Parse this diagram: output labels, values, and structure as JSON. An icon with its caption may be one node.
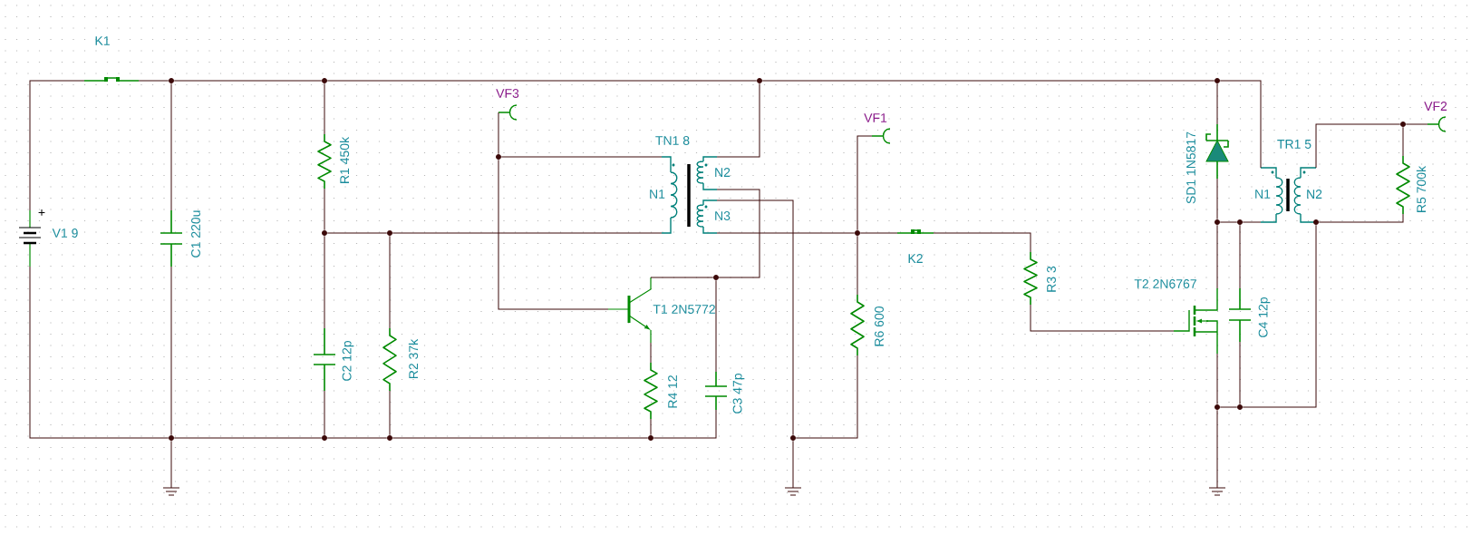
{
  "diagram": {
    "nodes": [
      {
        "text": [
          "K1"
        ]
      },
      {
        "text": [
          "VF3"
        ]
      },
      {
        "text": [
          "VF1"
        ]
      },
      {
        "text": [
          "VF2"
        ]
      },
      {
        "text": [
          "TN1 8",
          "N1",
          "N2",
          "N3"
        ]
      },
      {
        "text": [
          "TR1 5",
          "N1",
          "N2"
        ]
      },
      {
        "text": [
          "SD1 1N5817"
        ]
      },
      {
        "text": [
          "R1 450k"
        ]
      },
      {
        "text": [
          "R5 700k"
        ]
      },
      {
        "text": [
          "+",
          "V1 9"
        ]
      },
      {
        "text": [
          "C1 220u"
        ]
      },
      {
        "text": [
          "K2"
        ]
      },
      {
        "text": [
          "R3 3"
        ]
      },
      {
        "text": [
          "T2 2N6767"
        ]
      },
      {
        "text": [
          "T1 2N5772"
        ]
      },
      {
        "text": [
          "R6 600"
        ]
      },
      {
        "text": [
          "C4 12p"
        ]
      },
      {
        "text": [
          "C2 12p"
        ]
      },
      {
        "text": [
          "R2 37k"
        ]
      },
      {
        "text": [
          "R4 12"
        ]
      },
      {
        "text": [
          "C3 47p"
        ]
      },
      {
        "text": [],
        "shape": "ground"
      },
      {
        "text": [],
        "shape": "ground"
      },
      {
        "text": [],
        "shape": "ground"
      },
      {
        "text": [],
        "shape": "circle"
      },
      {
        "text": [],
        "shape": "circle"
      },
      {
        "text": [],
        "shape": "circle"
      },
      {
        "text": [],
        "shape": "circle"
      },
      {
        "text": [],
        "shape": "circle"
      },
      {
        "text": [],
        "shape": "circle"
      },
      {
        "text": [],
        "shape": "circle"
      },
      {
        "text": [],
        "shape": "circle"
      },
      {
        "text": [],
        "shape": "circle"
      },
      {
        "text": [],
        "shape": "circle"
      },
      {
        "text": [],
        "shape": "circle"
      },
      {
        "text": [],
        "shape": "circle"
      },
      {
        "text": [],
        "shape": "circle"
      },
      {
        "text": [],
        "shape": "circle"
      },
      {
        "text": [],
        "shape": "circle"
      },
      {
        "text": [],
        "shape": "circle"
      },
      {
        "text": [],
        "shape": "circle"
      },
      {
        "text": [],
        "shape": "circle"
      },
      {
        "text": [],
        "shape": "circle"
      },
      {
        "text": [],
        "shape": "circle"
      }
    ],
    "edges": [
      {
        "from": 9,
        "to": 0,
        "arrow": "none"
      },
      {
        "from": 0,
        "to": 24,
        "arrow": "none"
      },
      {
        "from": 24,
        "to": 25,
        "arrow": "none"
      },
      {
        "from": 25,
        "to": 26,
        "arrow": "none"
      },
      {
        "from": 26,
        "to": 27,
        "arrow": "none"
      },
      {
        "from": 27,
        "to": 5,
        "arrow": "none"
      },
      {
        "from": 24,
        "to": 10,
        "arrow": "none"
      },
      {
        "from": 10,
        "to": 33,
        "arrow": "none"
      },
      {
        "from": 9,
        "to": 33,
        "arrow": "none"
      },
      {
        "from": 33,
        "to": 21,
        "arrow": "none"
      },
      {
        "from": 33,
        "to": 34,
        "arrow": "none"
      },
      {
        "from": 34,
        "to": 35,
        "arrow": "none"
      },
      {
        "from": 35,
        "to": 36,
        "arrow": "none"
      },
      {
        "from": 36,
        "to": 20,
        "arrow": "none"
      },
      {
        "from": 25,
        "to": 7,
        "arrow": "none"
      },
      {
        "from": 7,
        "to": 28,
        "arrow": "none"
      },
      {
        "from": 28,
        "to": 17,
        "arrow": "none"
      },
      {
        "from": 17,
        "to": 34,
        "arrow": "none"
      },
      {
        "from": 28,
        "to": 29,
        "arrow": "none"
      },
      {
        "from": 29,
        "to": 4,
        "arrow": "none"
      },
      {
        "from": 29,
        "to": 18,
        "arrow": "none"
      },
      {
        "from": 18,
        "to": 35,
        "arrow": "none"
      },
      {
        "from": 1,
        "to": 30,
        "arrow": "none"
      },
      {
        "from": 30,
        "to": 4,
        "arrow": "none"
      },
      {
        "from": 30,
        "to": 14,
        "arrow": "none"
      },
      {
        "from": 4,
        "to": 26,
        "arrow": "none"
      },
      {
        "from": 4,
        "to": 31,
        "arrow": "none"
      },
      {
        "from": 31,
        "to": 14,
        "arrow": "none"
      },
      {
        "from": 31,
        "to": 20,
        "arrow": "none"
      },
      {
        "from": 14,
        "to": 19,
        "arrow": "none"
      },
      {
        "from": 19,
        "to": 36,
        "arrow": "none"
      },
      {
        "from": 4,
        "to": 37,
        "arrow": "none"
      },
      {
        "from": 37,
        "to": 22,
        "arrow": "none"
      },
      {
        "from": 37,
        "to": 15,
        "arrow": "none"
      },
      {
        "from": 15,
        "to": 32,
        "arrow": "none"
      },
      {
        "from": 4,
        "to": 32,
        "arrow": "none"
      },
      {
        "from": 32,
        "to": 2,
        "arrow": "none"
      },
      {
        "from": 32,
        "to": 11,
        "arrow": "none"
      },
      {
        "from": 11,
        "to": 12,
        "arrow": "none"
      },
      {
        "from": 12,
        "to": 13,
        "arrow": "none"
      },
      {
        "from": 27,
        "to": 6,
        "arrow": "none"
      },
      {
        "from": 6,
        "to": 38,
        "arrow": "none"
      },
      {
        "from": 38,
        "to": 13,
        "arrow": "none"
      },
      {
        "from": 38,
        "to": 39,
        "arrow": "none"
      },
      {
        "from": 39,
        "to": 5,
        "arrow": "none"
      },
      {
        "from": 39,
        "to": 16,
        "arrow": "none"
      },
      {
        "from": 16,
        "to": 42,
        "arrow": "none"
      },
      {
        "from": 13,
        "to": 41,
        "arrow": "none"
      },
      {
        "from": 41,
        "to": 42,
        "arrow": "none"
      },
      {
        "from": 41,
        "to": 23,
        "arrow": "none"
      },
      {
        "from": 42,
        "to": 40,
        "arrow": "none"
      },
      {
        "from": 40,
        "to": 8,
        "arrow": "none"
      },
      {
        "from": 8,
        "to": 43,
        "arrow": "none"
      },
      {
        "from": 43,
        "to": 3,
        "arrow": "none"
      },
      {
        "from": 43,
        "to": 5,
        "arrow": "none"
      }
    ]
  }
}
